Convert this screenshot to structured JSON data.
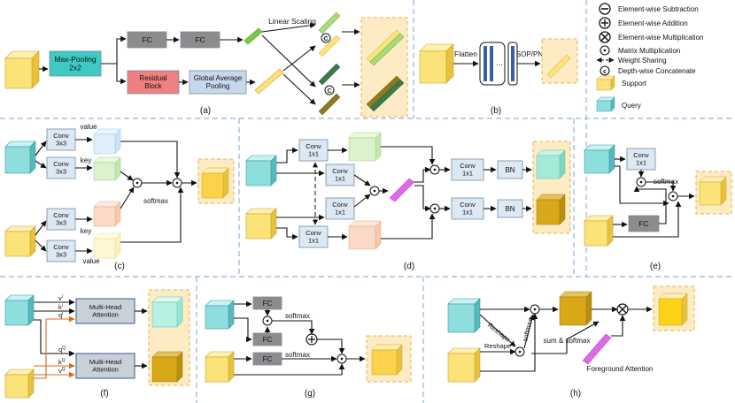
{
  "colors": {
    "support_front": "#fbe37a",
    "support_side": "#e9c23c",
    "support_top": "#fff0b0",
    "query_front": "#8fdede",
    "query_side": "#55b9bd",
    "query_top": "#c9f3f3",
    "conv_box": "#dce8f3",
    "fc_box": "#8c8c8c",
    "maxpool_box": "#3ec9c2",
    "residual_box": "#f08080",
    "gap_box": "#c8d8ec",
    "highlight_bg": "#fdebc4",
    "orange_arrow": "#d9681a"
  },
  "legend": {
    "items": [
      {
        "icon": "minus-circle-icon",
        "label": "Element-wise Subtraction"
      },
      {
        "icon": "plus-circle-icon",
        "label": "Element-wise Addition"
      },
      {
        "icon": "times-circle-icon",
        "label": "Element-wise Multiplication"
      },
      {
        "icon": "dot-circle-icon",
        "label": "Matrix Multiplication"
      },
      {
        "icon": "double-arrow-icon",
        "label": "Weight Sharing"
      },
      {
        "icon": "c-circle-icon",
        "label": "Depth-wise Concatenate"
      },
      {
        "icon": "support-block-icon",
        "label": "Support"
      },
      {
        "icon": "query-block-icon",
        "label": "Query"
      }
    ]
  },
  "panels": {
    "a": {
      "caption": "(a)",
      "maxpool": "Max-Pooling 2x2",
      "fc1": "FC",
      "fc2": "FC",
      "residual": "Residual Block",
      "gap": "Global Average Pooling",
      "linear_scaling": "Linear Scaling",
      "concat": "C"
    },
    "b": {
      "caption": "(b)",
      "flatten": "Flatten",
      "sop": "SOP/PN"
    },
    "c": {
      "caption": "(c)",
      "conv_a": "Conv 3x3",
      "conv_b": "Conv 3x3",
      "conv_c": "Conv 3x3",
      "conv_d": "Conv 3x3",
      "value_top": "value",
      "key_top": "key",
      "key_bottom": "key",
      "value_bottom": "value",
      "softmax": "softmax"
    },
    "d": {
      "caption": "(d)",
      "conv1": "Conv 1x1",
      "conv2": "Conv 1x1",
      "conv3": "Conv 1x1",
      "conv4": "Conv 1x1",
      "conv5": "Conv 1x1",
      "conv6": "Conv 1x1",
      "bn1": "BN",
      "bn2": "BN"
    },
    "e": {
      "caption": "(e)",
      "conv": "Conv 1x1",
      "softmax": "softmax",
      "fc": "FC"
    },
    "f": {
      "caption": "(f)",
      "mha1": "Multi-Head Attention",
      "mha2": "Multi-Head Attention",
      "v1": "v",
      "k1": "k",
      "q1": "q",
      "q2": "q",
      "k2": "k",
      "v2": "v",
      "sup1": "i",
      "sup2": "i",
      "sup3": "i",
      "sup4": "Q",
      "sup5": "Q",
      "sup6": "Q"
    },
    "g": {
      "caption": "(g)",
      "fc1": "FC",
      "fc2": "FC",
      "fc3": "FC",
      "softmax1": "softmax",
      "softmax2": "softmax"
    },
    "h": {
      "caption": "(h)",
      "reshape1": "Reshape",
      "reshape2": "Reshape",
      "softmax": "softmax",
      "sum_softmax": "sum & softmax",
      "fg_attention": "Foreground Attention"
    }
  }
}
